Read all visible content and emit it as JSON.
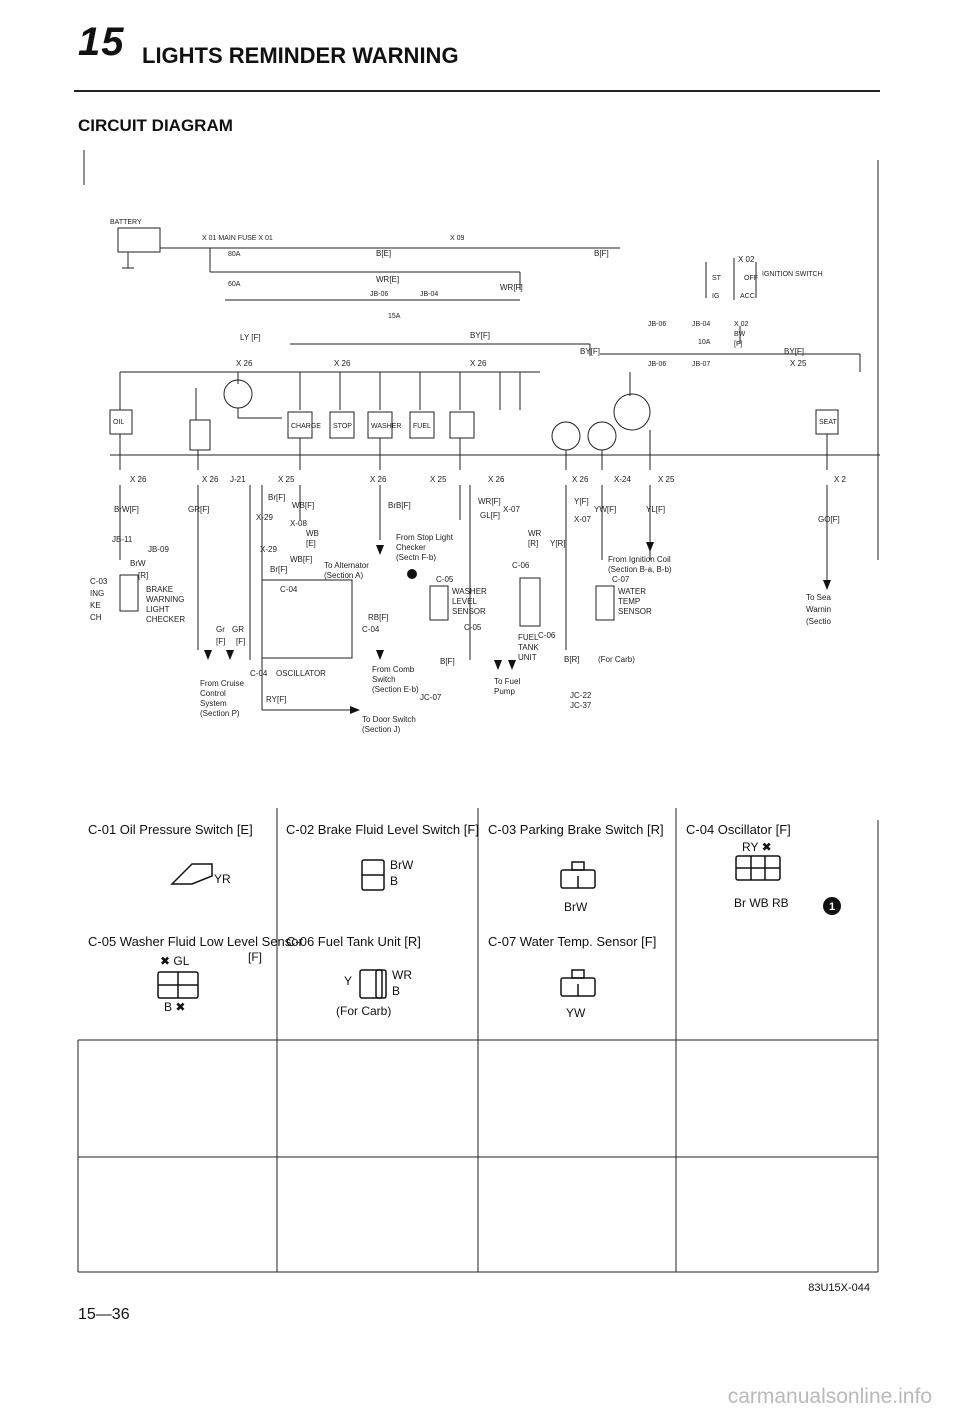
{
  "header": {
    "section_number": "15",
    "title": "LIGHTS REMINDER WARNING"
  },
  "subtitle": "CIRCUIT DIAGRAM",
  "diagram": {
    "battery": "BATTERY",
    "main_fuse": "X 01   MAIN FUSE  X 01",
    "x09": "X 09",
    "fuse_80a": "80A",
    "fuse_60a": "60A",
    "fuse_15a": "15A",
    "fuse_10a": "10A",
    "wire_be": "B[E]",
    "wire_wre": "WR[E]",
    "wire_bf": "B[F]",
    "wire_wrf": "WR[F]",
    "jb06": "JB-06",
    "jb04": "JB-04",
    "jb07": "JB-07",
    "x02": "X 02",
    "ign_st": "ST",
    "ign_off": "OFF",
    "ign_ig": "IG",
    "ign_acc": "ACC",
    "ign_switch": "IGNITION SWITCH",
    "bw": "BW",
    "bw_f": "[F]",
    "by_f": "BY[F]",
    "ly_f": "LY [F]",
    "x26": "X 26",
    "x25": "X 25",
    "x24": "X-24",
    "x2": "X 2",
    "x07": "X-07",
    "x08": "X-08",
    "x29": "X-29",
    "j21": "J-21",
    "brw_f": "BrW[F]",
    "gr_f": "GR[F]",
    "br_f": "Br[F]",
    "wb_f": "WB[F]",
    "brb_f": "BrB[F]",
    "glf": "GL[F]",
    "wr_f": "WR[F]",
    "y_f": "Y[F]",
    "yw_f": "YW[F]",
    "yl_f": "YL[F]",
    "go_f": "GO[F]",
    "wb": "WB",
    "e": "[E]",
    "r_b": "[R]",
    "wr": "WR",
    "yr": "Y[R]",
    "oil": "OIL",
    "charge": "CHARGE",
    "stop": "STOP",
    "washer": "WASHER",
    "fuel": "FUEL",
    "seat": "SEAT",
    "from_stop_light": "From Stop Light",
    "checker": "Checker",
    "sect_fb": "(Sectn F-b)",
    "to_alternator": "To Alternator",
    "sect_a": "(Section A)",
    "from_ign": "From Ignition Coil",
    "sect_ba": "(Section B-a, B-b)",
    "to_seat": "To Sea",
    "warnin": "Warnin",
    "sectio": "(Sectio",
    "c03": "C-03",
    "brake": "BRAKE",
    "warning": "WARNING",
    "light": "LIGHT",
    "checker2": "CHECKER",
    "ing": "ING",
    "ke": "KE",
    "ch": "CH",
    "jb11": "JB-11",
    "jb09": "JB-09",
    "bw_l": "BrW",
    "r_l": "[R]",
    "c05": "C-05",
    "washer_level": "WASHER",
    "level": "LEVEL",
    "sensor": "SENSOR",
    "c06": "C-06",
    "fuel_tank": "FUEL",
    "tank": "TANK",
    "unit": "UNIT",
    "bir": "B[R]",
    "for_carb": "(For Carb)",
    "c07": "C-07",
    "water": "WATER",
    "temp": "TEMP",
    "sensor2": "SENSOR",
    "c04": "C-04",
    "oscillator": "OSCILLATOR",
    "rbf": "RB[F]",
    "gr": "Gr",
    "gr2": "GR",
    "f1": "[F]",
    "f2": "[F]",
    "from_cruise": "From Cruise",
    "control": "Control",
    "system": "System",
    "section_p": "(Section P)",
    "ryf": "RY[F]",
    "to_door": "To Door Switch",
    "section_j": "(Section J)",
    "from_comb": "From Comb",
    "switch": "Switch",
    "section_eb": "(Section E-b)",
    "jc07": "JC-07",
    "bf": "B[F]",
    "to_fuel": "To Fuel",
    "pump": "Pump",
    "jc22": "JC-22",
    "jc37": "JC-37"
  },
  "connectors": {
    "c01": {
      "label": "C-01 Oil Pressure Switch [E]",
      "pin": "YR"
    },
    "c02": {
      "label": "C-02 Brake Fluid Level Switch [F]",
      "pin1": "BrW",
      "pin2": "B"
    },
    "c03": {
      "label": "C-03 Parking Brake Switch [R]",
      "pin": "BrW"
    },
    "c04": {
      "label": "C-04 Oscillator [F]",
      "top": "RY  ✖",
      "bottom": "Br WB RB"
    },
    "c05": {
      "label": "C-05 Washer Fluid Low Level Sensor",
      "unit": "[F]",
      "top": "✖ GL",
      "bottom": "B ✖"
    },
    "c06": {
      "label": "C-06 Fuel Tank Unit [R]",
      "left": "Y",
      "pin1": "WR",
      "pin2": "B",
      "note": "(For Carb)"
    },
    "c07": {
      "label": "C-07 Water Temp. Sensor [F]",
      "pin": "YW"
    }
  },
  "marker": "1",
  "reference": "83U15X-044",
  "page_number": "15—36",
  "watermark": "carmanualsonline.info"
}
